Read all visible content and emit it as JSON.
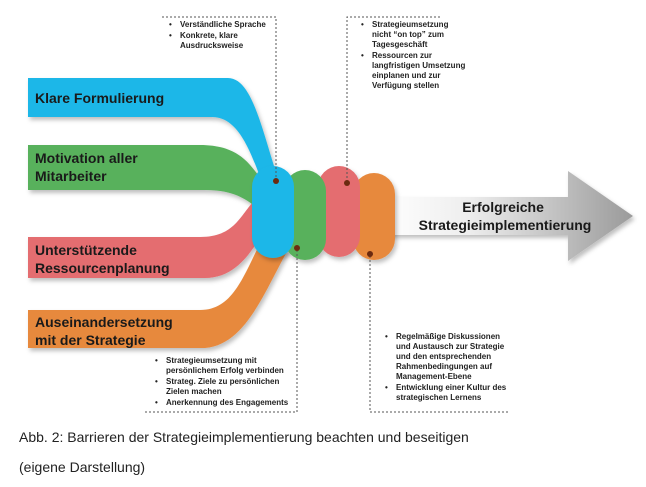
{
  "bands": [
    {
      "label_lines": [
        "Klare Formulierung"
      ],
      "color": "#1eb7e8"
    },
    {
      "label_lines": [
        "Motivation aller",
        "Mitarbeiter"
      ],
      "color": "#58b15c"
    },
    {
      "label_lines": [
        "Unterstützende",
        "Ressourcenplanung"
      ],
      "color": "#e46d70"
    },
    {
      "label_lines": [
        "Auseinandersetzung",
        "mit der Strategie"
      ],
      "color": "#e7893e"
    }
  ],
  "arrow": {
    "label_lines": [
      "Erfolgreiche",
      "Strategieimplementierung"
    ],
    "color": "#c8c8c8"
  },
  "notes": {
    "top_left": [
      "Verständliche Sprache",
      "Konkrete, klare Ausdrucksweise"
    ],
    "top_right": [
      "Strategieumsetzung nicht “on top” zum Tagesgeschäft",
      "Ressourcen zur langfristigen Umsetzung einplanen und zur Verfügung stellen"
    ],
    "bottom_left": [
      "Strategieumsetzung mit persönlichem Erfolg verbinden",
      "Strateg. Ziele zu persönlichen Zielen machen",
      "Anerkennung des Engagements"
    ],
    "bottom_right": [
      "Regelmäßige Diskussionen und Austausch zur Strategie und den entsprechenden Rahmenbedingungen auf Management-Ebene",
      "Entwicklung einer Kultur des strategischen Lernens"
    ]
  },
  "caption": {
    "line1": "Abb. 2: Barrieren der Strategieimplementierung  beachten und beseitigen",
    "line2": "(eigene Darstellung)"
  }
}
